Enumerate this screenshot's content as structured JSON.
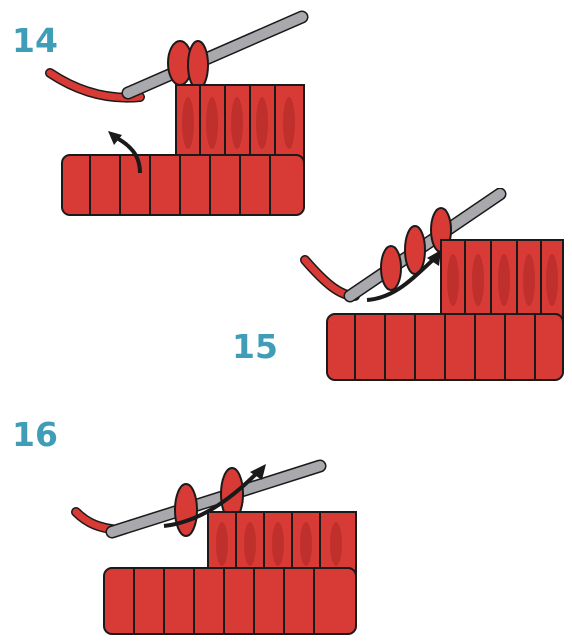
{
  "colors": {
    "step_number": "#3f9db8",
    "yarn": "#d83a36",
    "yarn_shadow": "#a82523",
    "hook": "#a8a8ad",
    "outline": "#1a1a1a"
  },
  "steps": [
    {
      "number": "14",
      "illustration": "crochet-hook-yarn-over-icon"
    },
    {
      "number": "15",
      "illustration": "crochet-hook-insert-icon"
    },
    {
      "number": "16",
      "illustration": "crochet-hook-pull-through-icon"
    }
  ]
}
